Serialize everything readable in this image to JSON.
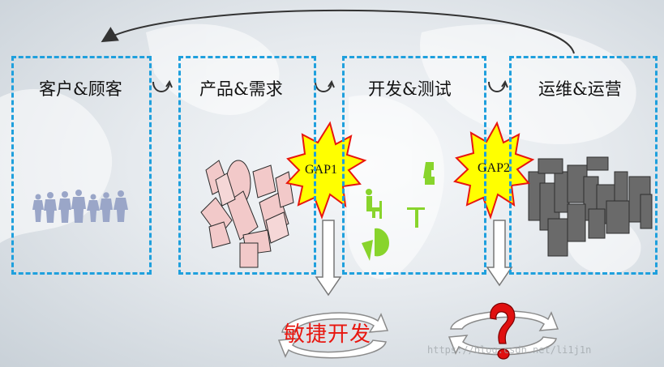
{
  "stages": [
    {
      "id": "customer",
      "label": "客户&顾客"
    },
    {
      "id": "product",
      "label": "产品&需求"
    },
    {
      "id": "dev",
      "label": "开发&测试"
    },
    {
      "id": "ops",
      "label": "运维&运营"
    }
  ],
  "gaps": [
    {
      "id": "gap1",
      "label": "GAP1"
    },
    {
      "id": "gap2",
      "label": "GAP2"
    }
  ],
  "solutions": {
    "agile": "敏捷开发",
    "question_icon": "question-mark-icon"
  },
  "watermark": "https://blog.csdn.net/li1j1n",
  "colors": {
    "dashed_border": "#1fa0dd",
    "burst_fill": "#ffff00",
    "burst_stroke": "#e8160f",
    "agile_text": "#e8160f",
    "people": "#9aa6c8",
    "product_chaos": "#f2c9c9",
    "dev_figures": "#88d42c",
    "ops_blocks": "#6a6a6a"
  }
}
